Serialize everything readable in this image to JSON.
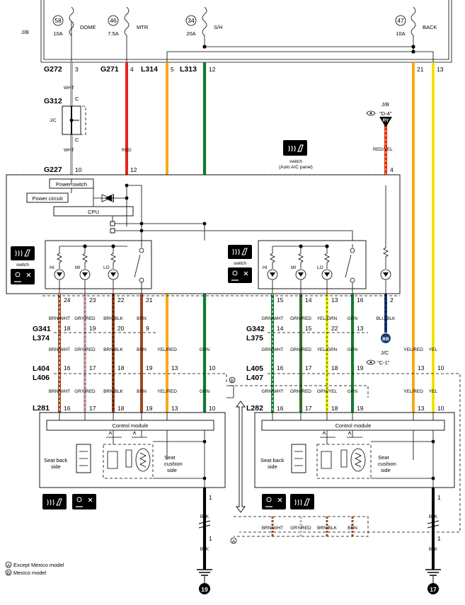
{
  "jb": {
    "label": "J/B"
  },
  "fuses": [
    {
      "num": "58",
      "amp": "10A",
      "name": "DOME"
    },
    {
      "num": "46",
      "amp": "7.5A",
      "name": "MTR"
    },
    {
      "num": "34",
      "amp": "20A",
      "name": "S/H"
    },
    {
      "num": "47",
      "amp": "10A",
      "name": "BACK"
    }
  ],
  "top_connectors": [
    {
      "conn": "G272",
      "pin": "3"
    },
    {
      "conn": "G271",
      "pin": "4"
    },
    {
      "conn": "L314",
      "pin": "5"
    },
    {
      "conn": "L313",
      "pin": "12"
    },
    {
      "conn": "",
      "pin": "21"
    },
    {
      "conn": "",
      "pin": "13"
    }
  ],
  "jc_upper": {
    "conn": "G312",
    "label": "J/C",
    "pin_top": "C",
    "pin_bottom": "C",
    "wire_top": "WHT",
    "wire_bottom": "WHT"
  },
  "wire_red": "RED",
  "jb_ref": {
    "label": "J/B",
    "ref": "\"D-4\"",
    "badge": "RY",
    "wire": "RED/YEL"
  },
  "switch_panel": {
    "line1": "switch",
    "line2": "(Auto A/C panel)"
  },
  "g227": {
    "conn": "G227",
    "pin_left": "10",
    "pin_mid": "12",
    "pin_right": "4"
  },
  "module": {
    "power_switch": "Power switch",
    "power_circuit": "Power circuit",
    "cpu": "CPU",
    "switch_label": "switch",
    "hi": "HI",
    "mi": "MI",
    "lo": "LO"
  },
  "left_pins": [
    "24",
    "23",
    "22",
    "21"
  ],
  "left_wires": [
    "BRN/WHT",
    "GRY/RED",
    "BRN/BLK",
    "BRN"
  ],
  "right_pins": [
    "15",
    "14",
    "13",
    "16",
    "2"
  ],
  "right_wires": [
    "GRN/WHT",
    "GRN/RED",
    "YEL/GRN",
    "GRN",
    "BLU/BLK"
  ],
  "g341": {
    "conn": "G341",
    "conn2": "L374",
    "pins": [
      "18",
      "19",
      "20",
      "9"
    ]
  },
  "g342": {
    "conn": "G342",
    "conn2": "L375",
    "pins": [
      "14",
      "15",
      "22",
      "13"
    ]
  },
  "mid_wires_left": [
    "BRN/WHT",
    "GRY/RED",
    "BRN/BLK",
    "BRN",
    "YEL/RED",
    "GRN"
  ],
  "mid_wires_right": [
    "GRN/WHT",
    "GRN/RED",
    "YEL/GRN",
    "GRN"
  ],
  "jc_lower": {
    "badge": "BB",
    "label": "J/C",
    "ref": "\"C-1\""
  },
  "far_wires": [
    "YEL/RED",
    "YEL"
  ],
  "l404": {
    "conn": "L404",
    "conn2": "L406",
    "pins": [
      "16",
      "17",
      "18",
      "19",
      "13",
      "10"
    ]
  },
  "l405": {
    "conn": "L405",
    "conn2": "L407",
    "pins": [
      "16",
      "17",
      "18",
      "19",
      "13",
      "10"
    ]
  },
  "lower_wires_left": [
    "BRN/WHT",
    "GRY/RED",
    "BRN/BLK",
    "BRN",
    "YEL/RED",
    "GRN"
  ],
  "lower_wires_right": [
    "GRN/WHT",
    "GRN/RED",
    "GRN/YEL",
    "GRN",
    "YEL/RED",
    "YEL"
  ],
  "l281": {
    "conn": "L281",
    "pins": [
      "16",
      "17",
      "18",
      "19",
      "13",
      "10"
    ]
  },
  "l282": {
    "conn": "L282",
    "pins": [
      "16",
      "17",
      "18",
      "19",
      "13",
      "10"
    ]
  },
  "seat": {
    "control": "Control module",
    "back": "Seat back",
    "back2": "side",
    "cushion": "Seat",
    "cushion2": "cushion",
    "cushion3": "side"
  },
  "ground_pin": "1",
  "blk": "BLK",
  "bottom_wires": [
    "BRN/WHT",
    "GRY/RED",
    "BRN/BLK",
    "BRN"
  ],
  "marks": {
    "a": "A",
    "b": "B"
  },
  "grounds": [
    "19",
    "17"
  ],
  "legend": [
    {
      "mark": "A",
      "text": "Except Mexico model"
    },
    {
      "mark": "B",
      "text": "Mexico model"
    }
  ],
  "colors": {
    "red": "#e8231c",
    "orange": "#f6a81c",
    "green": "#117a2d",
    "yellow": "#f7ea00",
    "brown": "#a0461c",
    "blue": "#1a3f7a",
    "gray": "#b9b9b9"
  }
}
